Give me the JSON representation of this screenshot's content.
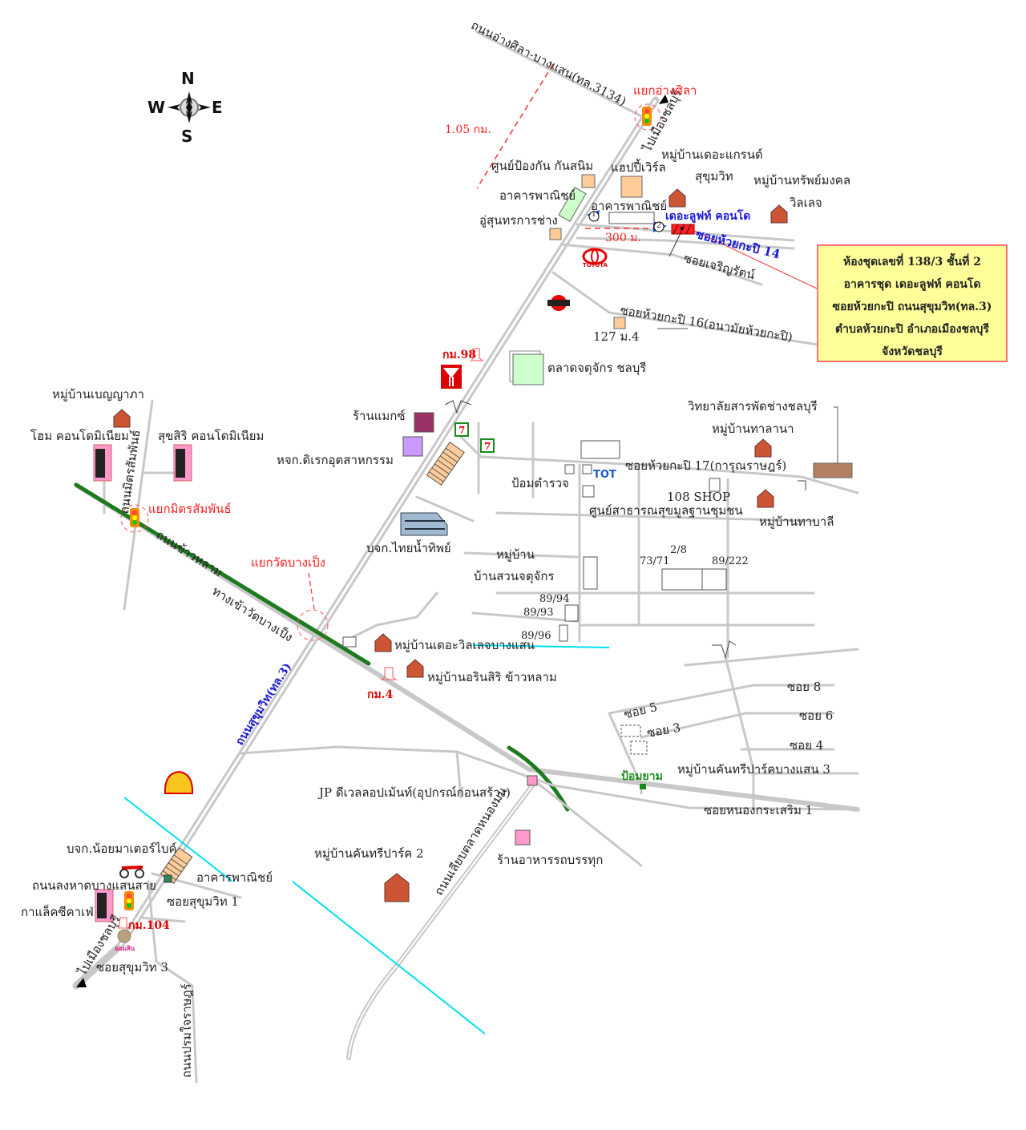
{
  "compass": {
    "north": "N",
    "south": "S",
    "east": "E",
    "west": "W"
  },
  "info_box": {
    "lines": [
      "ห้องชุดเลขที่ 138/3 ชั้นที่ 2",
      "อาคารชุด เดอะลูฟท์ คอนโด",
      "ซอยห้วยกะปิ ถนนสุขุมวิท(ทล.3)",
      "ตำบลห้วยกะปิ อำเภอเมืองชลบุรี",
      "จังหวัดชลบุรี"
    ]
  },
  "roads": {
    "ang_sila_bang_saen": "ถนนอ่างศิลา-บางแสน(ทล.3134)",
    "to_chonburi_north": "ไปเมืองชลบุรี",
    "soi_huai_kapi_14": "ซอยห้วยกะปิ 14",
    "soi_charoen_rat": "ซอยเจริญรัตน์",
    "soi_huai_kapi_16": "ซอยห้วยกะปิ 16(อนามัยห้วยกะปิ)",
    "soi_huai_kapi_17": "ซอยห้วยกะปิ 17(การุณราษฎร์)",
    "mitsamphan_road": "ถนนมิตรสัมพันธ์",
    "khao_lam_road": "ถนนข้าวหลาม",
    "wat_bang_plueng_entrance": "ทางเข้าวัดบางเป็ง",
    "sukhumvit_road": "ถนนสุขุมวิท(ทล.3)",
    "talat_nong_mon_road": "ถนนเลียบตลาดหนองมน",
    "long_had_bang_saen_sai": "ถนนลงหาดบางแสนสาย",
    "to_chonburi_south": "ไปเมืองชลบุรี",
    "soi_sukhumvit_1": "ซอยสุขุมวิท 1",
    "soi_sukhumvit_3": "ซอยสุขุมวิท 3",
    "prom_chairat_road": "ถนนปรมใจราษฎร์",
    "soi_8": "ซอย 8",
    "soi_6": "ซอย 6",
    "soi_4": "ซอย 4",
    "soi_5": "ซอย 5",
    "soi_3": "ซอย 3",
    "soi_nong_krasoem_1": "ซอยหนองกระเสริม 1"
  },
  "intersections": {
    "ang_sila": "แยกอ่างศิลา",
    "mitsamphan": "แยกมิตรสัมพันธ์",
    "wat_bang_plueng": "แยกวัดบางเป็ง"
  },
  "distances": {
    "to_ang_sila": "1.05 กม.",
    "to_condo": "300 ม."
  },
  "km_markers": {
    "km98": "กม.98",
    "km4": "กม.4",
    "km104": "กม.104"
  },
  "places": {
    "fire_prevention_center": "ศูนย์ป้องกัน กันสนิม",
    "happy_world": "แฮปปี้เวิร์ล",
    "the_grand_village": "หมู่บ้านเดอะแกรนด์",
    "the_grand_village_2": "สุขุมวิท",
    "commercial_building_1": "อาคารพาณิชย์",
    "commercial_building_2": "อาคารพาณิชย์",
    "sub_mongkol_village": "หมู่บ้านทรัพย์มงคล",
    "sub_mongkol_village_2": "วิลเลจ",
    "soontorn_garage": "อู่สุนทรการช่าง",
    "the_loft_condo": "เดอะลูฟท์ คอนโด",
    "marker_1": "1",
    "marker_2": "2",
    "toyota": "TOYOTA",
    "house_127": "127 ม.4",
    "jatujak_market": "ตลาดจตุจักร ชลบุรี",
    "benyapha_village": "หมู่บ้านเบญญาภา",
    "home_condo": "โฮม คอนโดมิเนียม",
    "suksiri_condo": "สุขสิริ คอนโดมิเนียม",
    "max_shop": "ร้านแมกซ์",
    "direct_industrial": "หจก.ดิเรกอุตสาหกรรม",
    "thai_namthip": "บจก.ไทยน้ำทิพย์",
    "police_box": "ป้อมตำรวจ",
    "tot": "TOT",
    "public_health_center": "ศูนย์สาธารณสุขมูลฐานชุมชน",
    "shop_108": "108 SHOP",
    "chonburi_tech_college": "วิทยาลัยสารพัดช่างชลบุรี",
    "talana_village": "หมู่บ้านทาลานา",
    "tabali_village": "หมู่บ้านทาบาลี",
    "suan_jatujak_village_1": "หมู่บ้าน",
    "suan_jatujak_village_2": "บ้านสวนจตุจักร",
    "lot_89_94": "89/94",
    "lot_89_93": "89/93",
    "lot_89_96": "89/96",
    "lot_73_71": "73/71",
    "lot_2_8": "2/8",
    "lot_89_222": "89/222",
    "village_bang_saen": "หมู่บ้านเดอะวิลเลจบางแสน",
    "inside_khao_lam": "หมู่บ้านอรินสิริ ข้าวหลาม",
    "country_park_3": "หมู่บ้านคันทรีปาร์คบางแสน 3",
    "guard_post": "ป้อมยาม",
    "jp_development": "JP ดีเวลลอปเม้นท์(อุปกรณ์ก่อนสร้าง)",
    "country_park_2": "หมู่บ้านคันทรีปาร์ค 2",
    "rot_bantuk_restaurant": "ร้านอาหารรถบรรทุก",
    "noiyama_motor": "บจก.น้อยมาเตอร์ไบค์",
    "commercial_building_3": "อาคารพาณิชย์",
    "galaxy_cafe": "กาแล็คซีคาเฟ่",
    "aomsin_bank": "ออมสิน"
  },
  "colors": {
    "road": "#c8c8c8",
    "accent_red": "#ff2020",
    "blue_label": "#1a1ad0",
    "green_road": "#1e7a1e",
    "cyan_line": "#00e0f0",
    "info_bg": "#ffff99"
  }
}
